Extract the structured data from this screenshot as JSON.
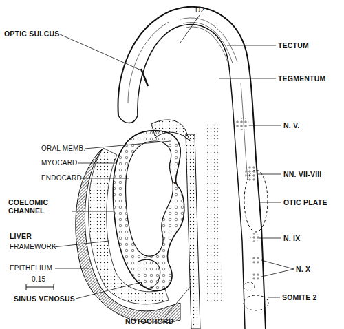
{
  "diagram": {
    "labels": [
      "D2",
      "OPTIC SULCUS",
      "TECTUM",
      "TEGMENTUM",
      "N. V.",
      "ORAL MEMB.",
      "MYOCARD.",
      "ENDOCARD.",
      "NN. VII-VIII",
      "COELOMIC CHANNEL",
      "OTIC PLATE",
      "LIVER",
      "FRAMEWORK",
      "N. IX",
      "EPITHELIUM",
      "N. X",
      "0.15",
      "SOMITE 2",
      "SINUS VENOSUS",
      "NOTOCHORD",
      "*"
    ]
  }
}
